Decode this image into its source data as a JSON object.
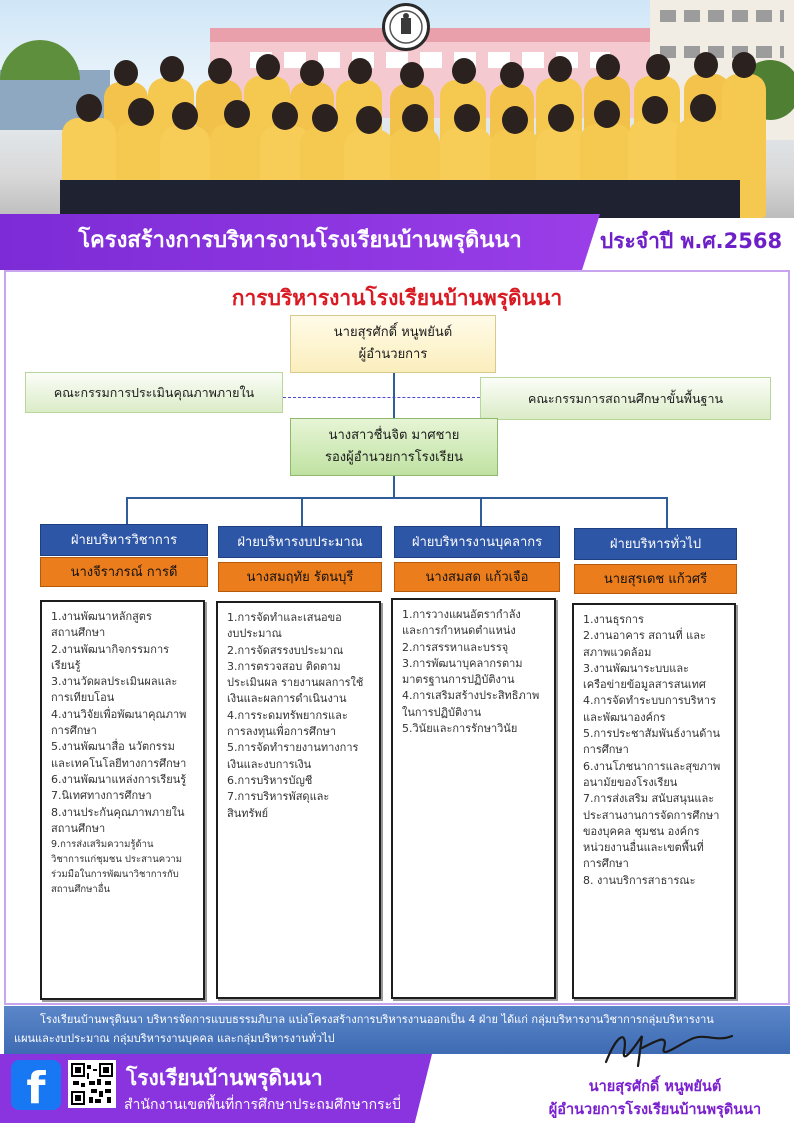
{
  "header": {
    "title": "โครงสร้างการบริหารงานโรงเรียนบ้านพรุดินนา",
    "year": "ประจำปี พ.ศ.2568"
  },
  "org": {
    "title": "การบริหารงานโรงเรียนบ้านพรุดินนา",
    "director": {
      "name": "นายสุรศักดิ์  หนูพยันต์",
      "role": "ผู้อำนวยการ"
    },
    "committee_left": "คณะกรรมการประเมินคุณภาพภายใน",
    "committee_right": "คณะกรรมการสถานศึกษาขั้นพื้นฐาน",
    "deputy": {
      "name": "นางสาวชื่นจิต  มาศชาย",
      "role": "รองผู้อำนวยการโรงเรียน"
    },
    "departments": [
      {
        "title": "ฝ่ายบริหารวิชาการ",
        "leader": "นางจีราภรณ์ การดี",
        "tasks": [
          "1.งานพัฒนาหลักสูตร",
          "สถานศึกษา",
          "2.งานพัฒนากิจกรรมการ",
          "เรียนรู้",
          "3.งานวัดผลประเมินผลและ",
          "การเทียบโอน",
          "4.งานวิจัยเพื่อพัฒนาคุณภาพ",
          "การศึกษา",
          "5.งานพัฒนาสื่อ นวัตกรรม",
          "และเทคโนโลยีทางการศึกษา",
          "6.งานพัฒนาแหล่งการเรียนรู้",
          "7.นิเทศทางการศึกษา",
          "8.งานประกันคุณภาพภายใน",
          "สถานศึกษา"
        ],
        "tasks_small": [
          "9.การส่งเสริมความรู้ด้าน",
          "วิชาการแก่ชุมชน ประสานความ",
          "ร่วมมือในการพัฒนาวิชาการกับ",
          "สถานศึกษาอื่น"
        ]
      },
      {
        "title": "ฝ่ายบริหารงบประมาณ",
        "leader": "นางสมฤทัย  รัตนบุรี",
        "tasks": [
          "1.การจัดทำและเสนอขอ",
          "งบประมาณ",
          "2.การจัดสรรงบประมาณ",
          "3.การตรวจสอบ ติดตาม",
          "ประเมินผล รายงานผลการใช้",
          "เงินและผลการดำเนินงาน",
          "4.การระดมทรัพยากรและ",
          "การลงทุนเพื่อการศึกษา",
          "5.การจัดทำรายงานทางการ",
          "เงินและงบการเงิน",
          "6.การบริหารบัญชี",
          "7.การบริหารพัสดุและ",
          "สินทรัพย์"
        ]
      },
      {
        "title": "ฝ่ายบริหารงานบุคลากร",
        "leader": "นางสมสด  แก้วเจือ",
        "tasks": [
          "1.การวางแผนอัตรากำลัง",
          "และการกำหนดตำแหน่ง",
          "2.การสรรหาและบรรจุ",
          "3.การพัฒนาบุคลากรตาม",
          "มาตรฐานการปฏิบัติงาน",
          "4.การเสริมสร้างประสิทธิภาพ",
          "ในการปฏิบัติงาน",
          "5.วินัยและการรักษาวินัย"
        ]
      },
      {
        "title": "ฝ่ายบริหารทั่วไป",
        "leader": "นายสุรเดช  แก้วศรี",
        "tasks": [
          "1.งานธุรการ",
          "2.งานอาคาร สถานที่ และ",
          "สภาพแวดล้อม",
          "3.งานพัฒนาระบบและ",
          "เครือข่ายข้อมูลสารสนเทศ",
          "4.การจัดทำระบบการบริหาร",
          "และพัฒนาองค์กร",
          "5.การประชาสัมพันธ์งานด้าน",
          "การศึกษา",
          "6.งานโภชนาการและสุขภาพ",
          "อนามัยของโรงเรียน",
          "7.การส่งเสริม สนับสนุนและ",
          "ประสานงานการจัดการศึกษา",
          "ของบุคคล ชุมชน องค์กร",
          "หน่วยงานอื่นและเขตพื้นที่",
          "การศึกษา",
          "8. งานบริการสาธารณะ"
        ]
      }
    ]
  },
  "summary": {
    "line1": "โรงเรียนบ้านพรุดินนา บริหารจัดการแบบธรรมภิบาล แบ่งโครงสร้างการบริหารงานออกเป็น  4 ฝ่าย ได้แก่ กลุ่มบริหารงานวิชาการกลุ่มบริหารงาน",
    "line2": "แผนและงบประมาณ กลุ่มบริหารงานบุคคล และกลุ่มบริหารงานทั่วไป"
  },
  "footer": {
    "school_name": "โรงเรียนบ้านพรุดินนา",
    "office_name": "สำนักงานเขตพื้นที่การศึกษาประถมศึกษากระบี่",
    "signer_name": "นายสุรศักดิ์ หนูพยันต์",
    "signer_role": "ผู้อำนวยการโรงเรียนบ้านพรุดินนา",
    "fb_glyph": "f",
    "icons": [
      "facebook-icon",
      "qr-code-icon",
      "school-emblem-icon"
    ]
  },
  "colors": {
    "banner_purple": "#8a34e0",
    "org_title_red": "#d91a22",
    "dept_blue": "#2e56a6",
    "dept_orange": "#ec7d1c",
    "summary_blue": "#4a76bd"
  }
}
